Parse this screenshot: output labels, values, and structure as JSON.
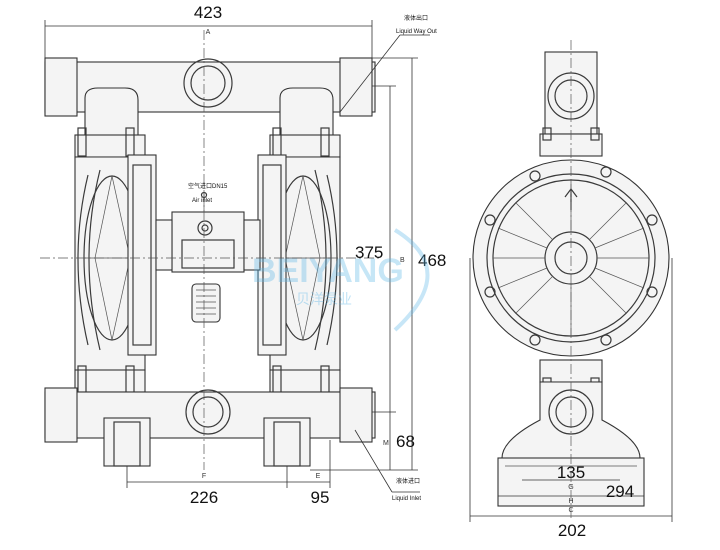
{
  "dimensions": {
    "A": "423",
    "A_letter": "A",
    "B": "375",
    "B_letter": "B",
    "H468": "468",
    "M": "68",
    "M_letter": "M",
    "F": "226",
    "F_letter": "F",
    "E": "95",
    "E_letter": "E",
    "G": "135",
    "G_letter": "G",
    "H": "294",
    "H_letter": "H",
    "C": "202",
    "C_letter": "C"
  },
  "labels": {
    "liquid_out_cn": "液体出口",
    "liquid_out_en": "Liquid Way Out",
    "air_inlet_cn": "空气进口DN15",
    "air_inlet_en": "Air inlet",
    "liquid_in_cn": "液体进口",
    "liquid_in_en": "Liquid Inlet"
  },
  "watermark": {
    "brand": "BEIYANG",
    "brand_cn": "贝洋泵业"
  }
}
